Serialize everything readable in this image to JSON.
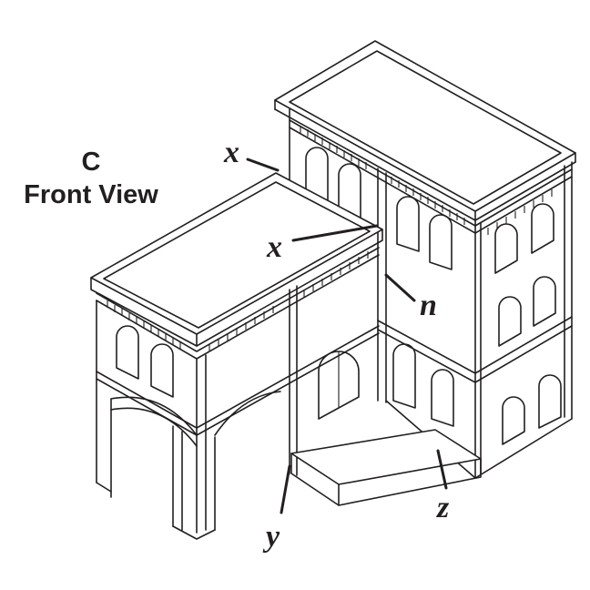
{
  "view": {
    "letter": "C",
    "title": "Front View"
  },
  "callouts": {
    "x_upper": "x",
    "x_lower": "x",
    "n": "n",
    "y": "y",
    "z": "z"
  },
  "colors": {
    "ink": "#231f20",
    "paper": "#ffffff"
  }
}
